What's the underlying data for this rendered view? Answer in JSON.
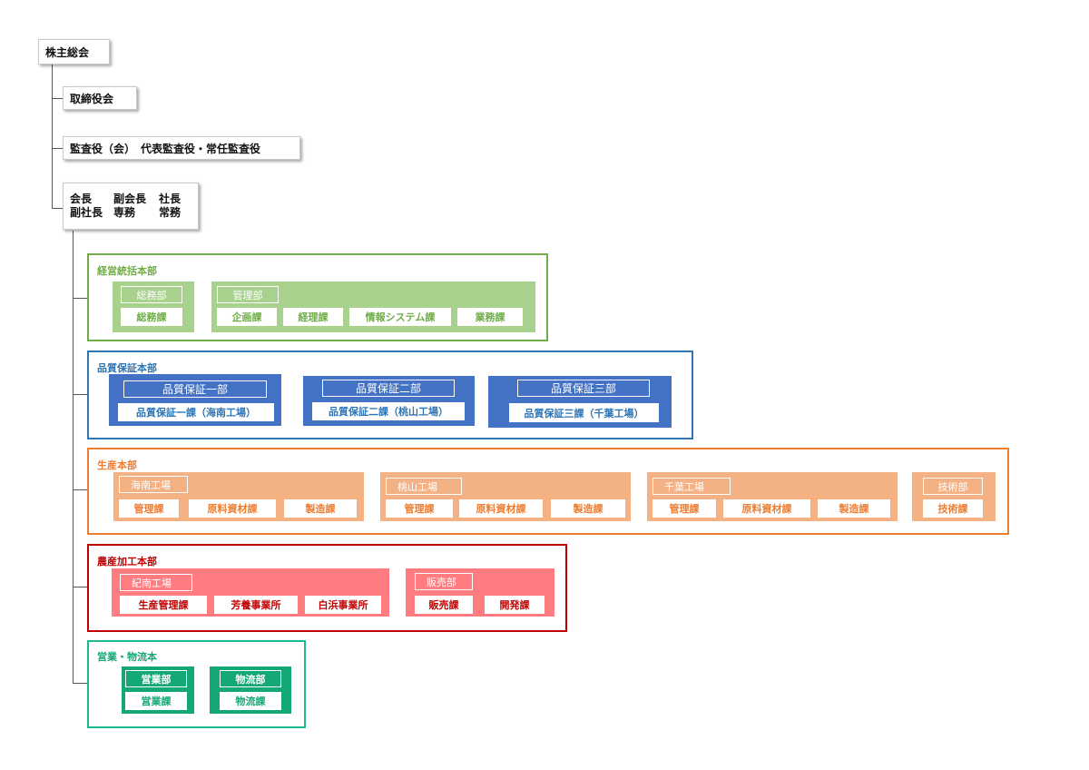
{
  "colors": {
    "green": "#70ad47",
    "green_fill": "#a9d18e",
    "blue": "#2e75b6",
    "blue_fill": "#4472c4",
    "orange": "#ed7d31",
    "orange_fill": "#f4b183",
    "red": "#c00000",
    "red_fill": "#ff7c80",
    "teal": "#1fb98f",
    "teal_fill": "#13a874"
  },
  "top": {
    "shareholders": "株主総会",
    "board": "取締役会",
    "auditors": "監査役（会）　代表監査役・常任監査役",
    "executives": {
      "row1": [
        "会長",
        "副会長",
        "社長"
      ],
      "row2": [
        "副社長",
        "専務",
        "常務"
      ]
    }
  },
  "divisions": {
    "management": {
      "title": "経営統括本部",
      "soumu": {
        "name": "総務部",
        "units": [
          "総務課"
        ]
      },
      "kanri": {
        "name": "管理部",
        "units": [
          "企画課",
          "経理課",
          "情報システム課",
          "業務課"
        ]
      }
    },
    "quality": {
      "title": "品質保証本部",
      "depts": [
        {
          "name": "品質保証一部",
          "unit": "品質保証一課（海南工場）"
        },
        {
          "name": "品質保証二部",
          "unit": "品質保証二課（桃山工場）"
        },
        {
          "name": "品質保証三部",
          "unit": "品質保証三課（千葉工場）"
        }
      ]
    },
    "production": {
      "title": "生産本部",
      "factories": [
        {
          "name": "海南工場",
          "units": [
            "管理課",
            "原料資材課",
            "製造課"
          ]
        },
        {
          "name": "桃山工場",
          "units": [
            "管理課",
            "原料資材課",
            "製造課"
          ]
        },
        {
          "name": "千葉工場",
          "units": [
            "管理課",
            "原料資材課",
            "製造課"
          ]
        }
      ],
      "tech": {
        "name": "技術部",
        "units": [
          "技術課"
        ]
      }
    },
    "agri": {
      "title": "農産加工本部",
      "kinan": {
        "name": "紀南工場",
        "units": [
          "生産管理課",
          "芳養事業所",
          "白浜事業所"
        ]
      },
      "sales": {
        "name": "販売部",
        "units": [
          "販売課",
          "開発課"
        ]
      }
    },
    "logistics": {
      "title": "営業・物流本",
      "eigyo": {
        "name": "営業部",
        "units": [
          "営業課"
        ]
      },
      "butsuryu": {
        "name": "物流部",
        "units": [
          "物流課"
        ]
      }
    }
  }
}
